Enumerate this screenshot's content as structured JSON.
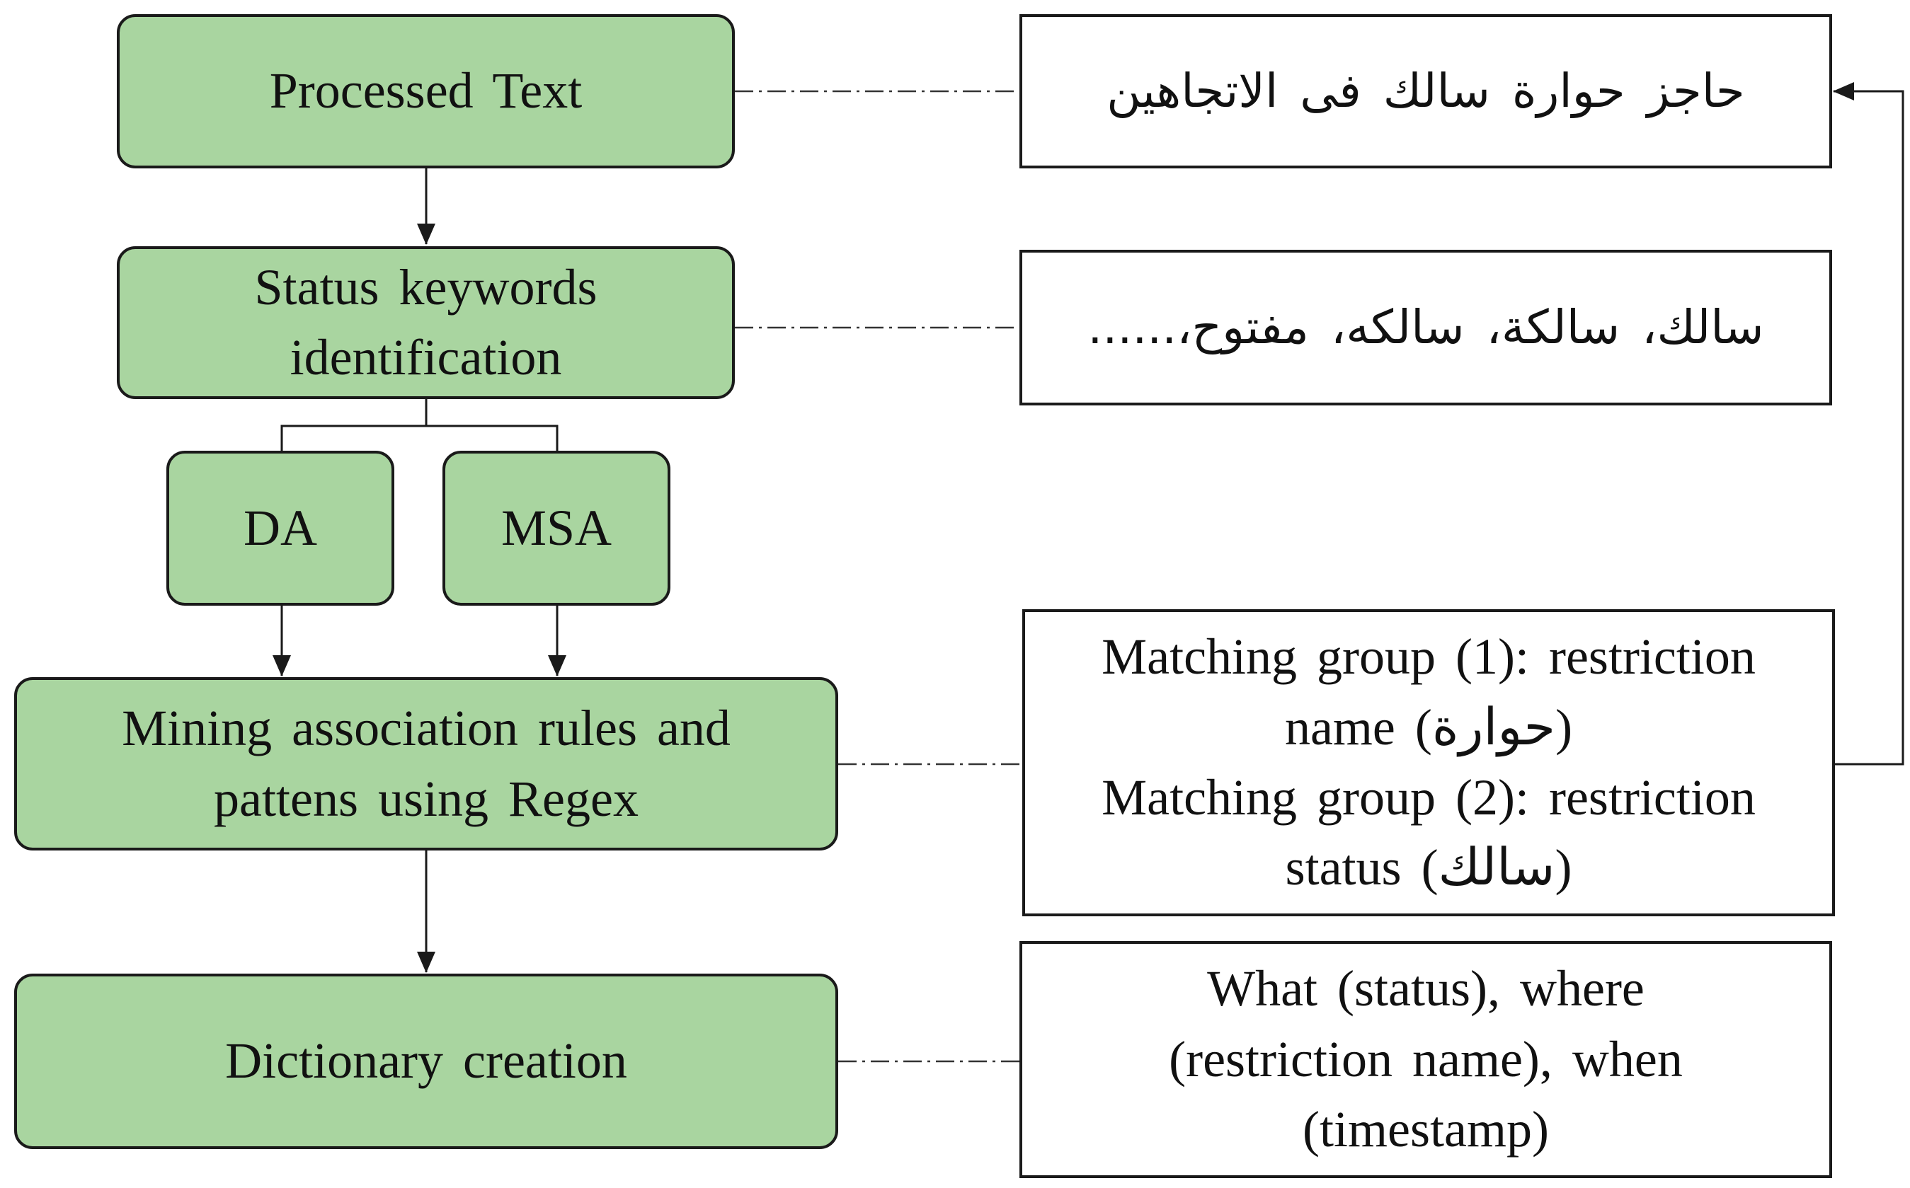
{
  "process_steps": {
    "processed_text": "Processed Text",
    "status_keywords_line1": "Status keywords",
    "status_keywords_line2": "identification",
    "da": "DA",
    "msa": "MSA",
    "mining_line1": "Mining association rules and",
    "mining_line2": "pattens using Regex",
    "dictionary": "Dictionary creation"
  },
  "examples": {
    "processed_text_example": "حاجز حوارة سالك فى الاتجاهين",
    "keywords_example": "سالك، سالكة، سالكه، مفتوح،......",
    "matching_line1": "Matching group (1): restriction",
    "matching_line2": "name (حوارة)",
    "matching_line3": "Matching group (2): restriction",
    "matching_line4": "status (سالك)",
    "dictionary_line1": "What (status), where",
    "dictionary_line2": "(restriction name), when",
    "dictionary_line3": "(timestamp)"
  },
  "colors": {
    "process_fill": "#a9d5a0",
    "stroke": "#1a1a1a",
    "note_fill": "#ffffff"
  }
}
